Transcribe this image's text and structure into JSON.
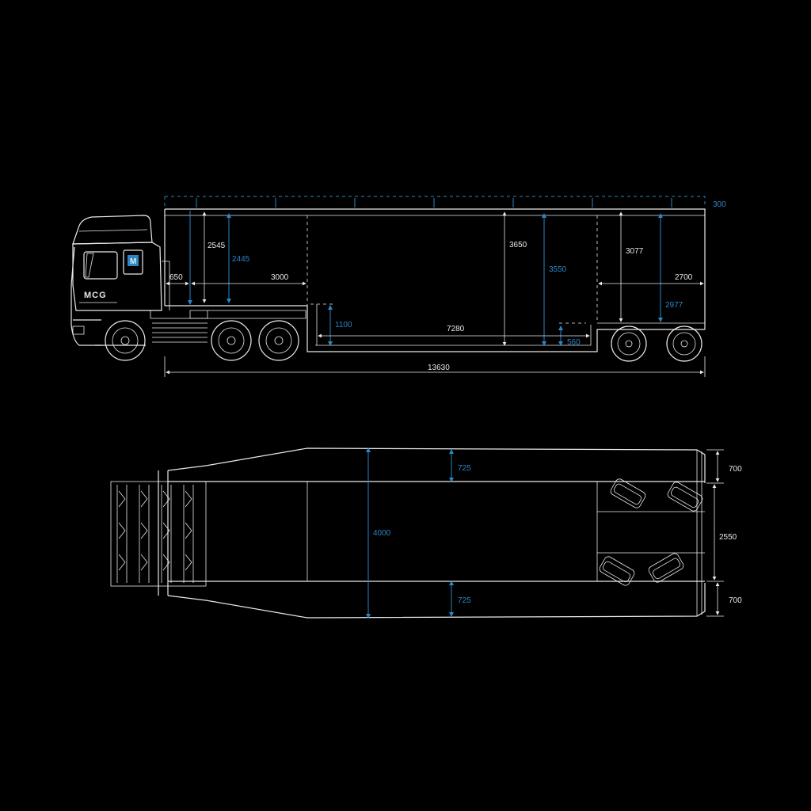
{
  "colors": {
    "background": "#000000",
    "line": "#e9e9e9",
    "accent": "#2a86c4"
  },
  "truck": {
    "logo_text": "MCG",
    "badge_letter": "M"
  },
  "side_view": {
    "roof_allowance": "300",
    "front_overhang": "650",
    "gooseneck_length": "3000",
    "gooseneck_height_outer": "2545",
    "gooseneck_height_inner": "2445",
    "well_height_outer": "3650",
    "well_height_inner": "3550",
    "well_length": "7280",
    "well_floor_height": "1100",
    "well_step": "560",
    "rear_height_outer": "3077",
    "rear_height_inner": "2977",
    "rear_length": "2700",
    "overall_length": "13630"
  },
  "top_view": {
    "extended_width": "4000",
    "side_extension_top": "725",
    "side_extension_bottom": "725",
    "rear_side_top": "700",
    "rear_width": "2550",
    "rear_side_bottom": "700"
  }
}
